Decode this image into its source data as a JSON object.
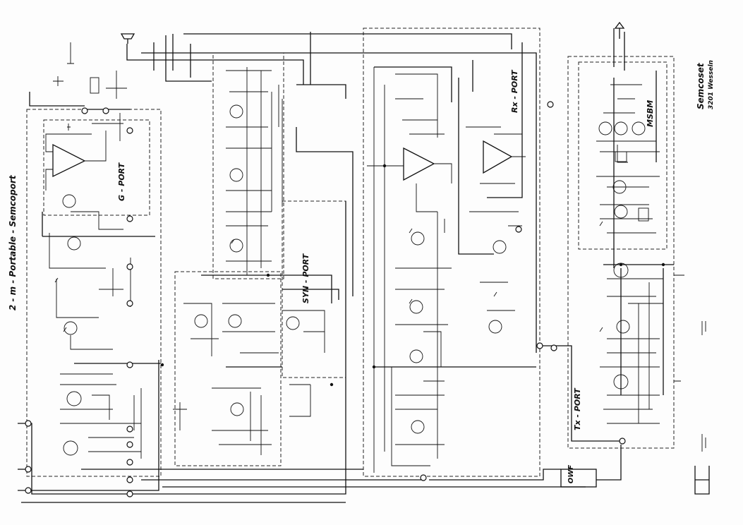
{
  "diagram": {
    "title": "2 - m - Portable - Semcoport",
    "blocks": {
      "g_port": "G - PORT",
      "syn_port": "SYN - PORT",
      "rx_port": "Rx - PORT",
      "msbm": "MSBM",
      "tx_port": "Tx - PORT",
      "owf": "OWF"
    },
    "maker": {
      "name": "Semcoset",
      "city": "3201 Wesseln"
    }
  }
}
